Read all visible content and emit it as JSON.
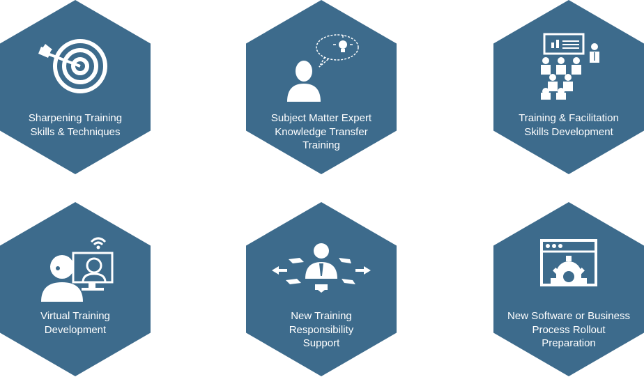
{
  "colors": {
    "hex_fill": "#3d6b8c",
    "icon": "#ffffff",
    "background": "#ffffff"
  },
  "services": [
    {
      "label": "Sharpening Training\nSkills & Techniques",
      "icon": "target-icon"
    },
    {
      "label": "Subject Matter Expert\nKnowledge Transfer\nTraining",
      "icon": "expert-idea-icon"
    },
    {
      "label": "Training & Facilitation\nSkills Development",
      "icon": "presentation-audience-icon"
    },
    {
      "label": "Virtual Training\nDevelopment",
      "icon": "virtual-meeting-icon"
    },
    {
      "label": "New Training\nResponsibility\nSupport",
      "icon": "delegation-icon"
    },
    {
      "label": "New Software or Business\nProcess Rollout\nPreparation",
      "icon": "software-window-icon"
    }
  ]
}
